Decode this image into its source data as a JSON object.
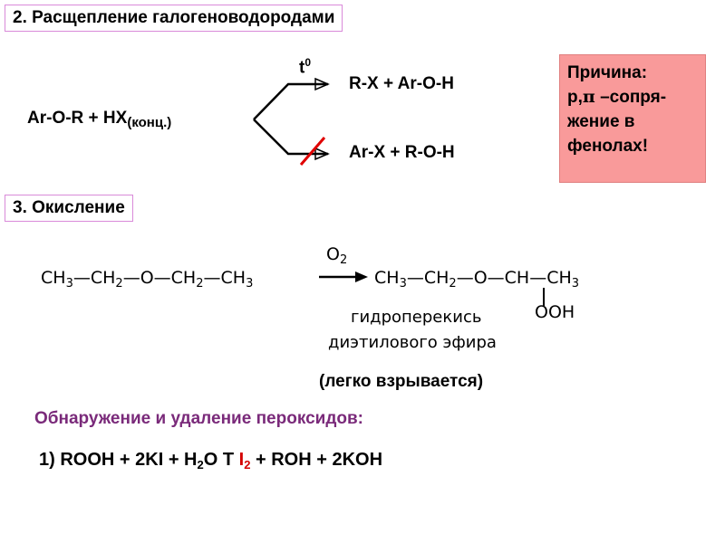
{
  "section2": {
    "heading": "2. Расщепление галогеноводородами",
    "reactant": "Ar-O-R  +  HX",
    "reactant_sub": "(конц.)",
    "condition": "t",
    "condition_sup": "0",
    "product_top": "R-X  +  Ar-O-H",
    "product_bottom": "Ar-X  +  R-O-H"
  },
  "reason": {
    "title": "Причина:",
    "line1_prefix": "p,",
    "line1_pi": "π",
    "line1_suffix": " –сопря-",
    "line2": "жение в",
    "line3": "фенолах!"
  },
  "section3": {
    "heading": "3. Окисление",
    "reactant": {
      "ch3a": "CH",
      "ch3a_sub": "3",
      "ch2a": "CH",
      "ch2a_sub": "2",
      "o": "O",
      "ch2b": "CH",
      "ch2b_sub": "2",
      "ch3b": "CH",
      "ch3b_sub": "3"
    },
    "reagent": "O",
    "reagent_sub": "2",
    "product": {
      "ch3a": "CH",
      "ch3a_sub": "3",
      "ch2": "CH",
      "ch2_sub": "2",
      "o": "O",
      "ch": "CH",
      "ch3b": "CH",
      "ch3b_sub": "3",
      "ooh": "OOH"
    },
    "product_name_line1": "гидроперекись",
    "product_name_line2": "диэтилового эфира",
    "note": "(легко взрывается)"
  },
  "detection": {
    "title": "Обнаружение и удаление пероксидов:",
    "eq_prefix": "1) ROOH  +  2KI  +  H",
    "eq_h2o_sub": "2",
    "eq_mid": "O T  ",
    "eq_i": "I",
    "eq_i_sub": "2",
    "eq_suffix": "  +  ROH  + 2KOH"
  },
  "colors": {
    "heading_border": "#d98ad9",
    "reason_bg": "#f99a9a",
    "subtitle": "#7a2a7a",
    "accent_red": "#d40000"
  }
}
